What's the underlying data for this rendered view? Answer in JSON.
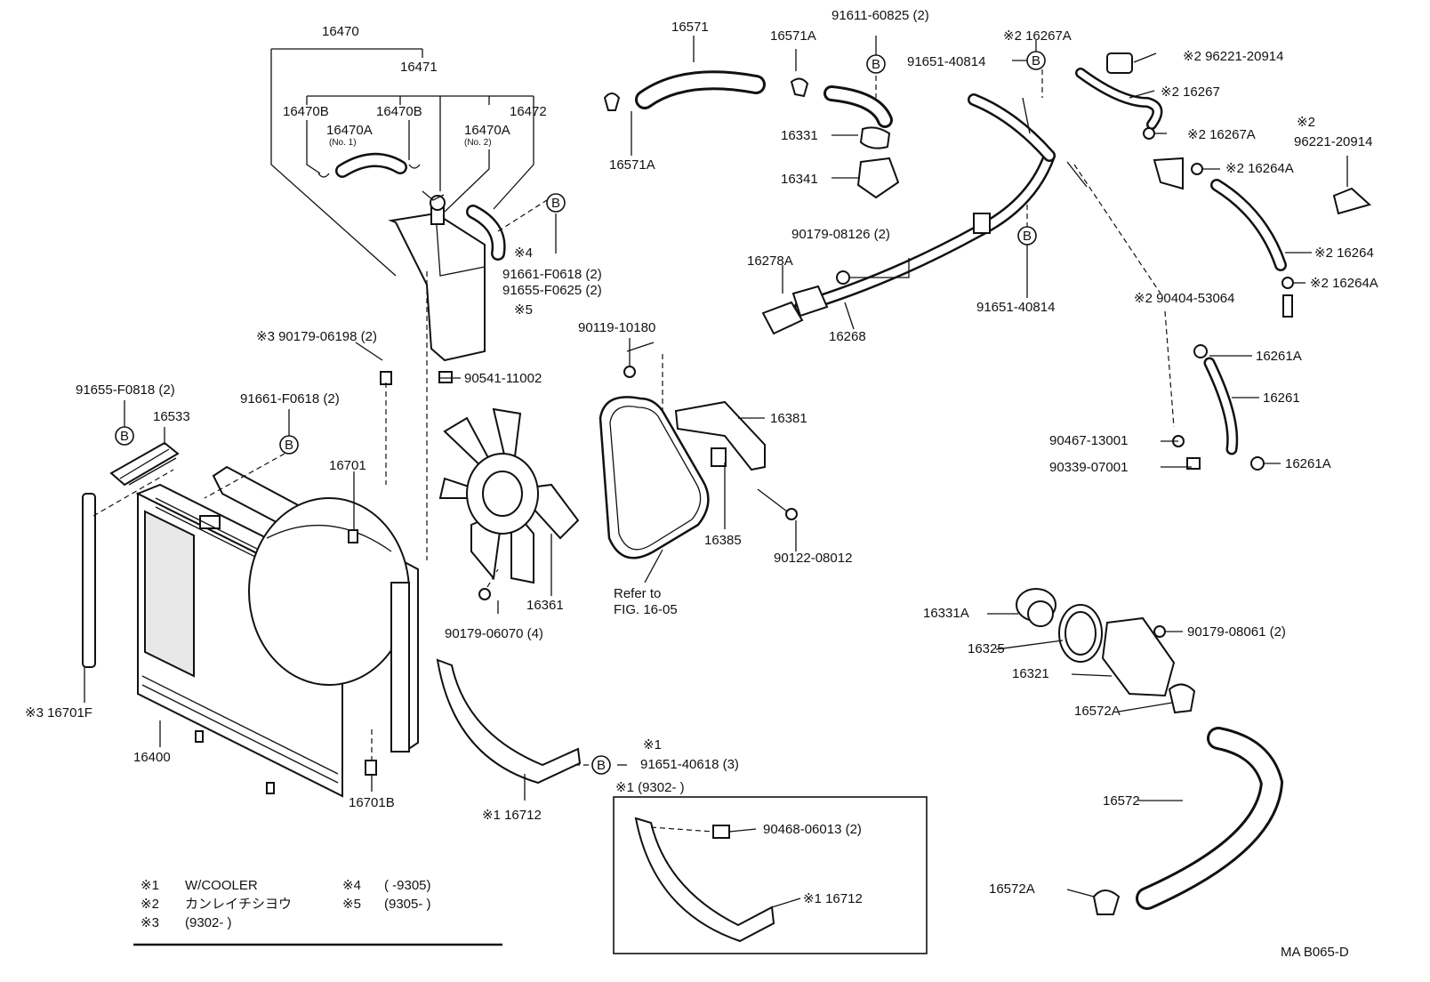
{
  "labels": {
    "l_16470": "16470",
    "l_16471": "16471",
    "l_16470b_1": "16470B",
    "l_16470b_2": "16470B",
    "l_16472": "16472",
    "l_16470a_1": "16470A",
    "l_16470a_1_sub": "(No. 1)",
    "l_16470a_2": "16470A",
    "l_16470a_2_sub": "(No. 2)",
    "l_91661_f0618_top": "91661-F0618 (2)",
    "l_91655_f0625": "91655-F0625 (2)",
    "l_note4": "※4",
    "l_note5": "※5",
    "l_90179_06198": "※3 90179-06198 (2)",
    "l_90541_11002": "90541-11002",
    "l_91655_f0818": "91655-F0818 (2)",
    "l_16533": "16533",
    "l_91661_f0618_mid": "91661-F0618 (2)",
    "l_16701": "16701",
    "l_16701f": "※3 16701F",
    "l_16400": "16400",
    "l_16701b": "16701B",
    "l_16571": "16571",
    "l_16571a_1": "16571A",
    "l_16571a_2": "16571A",
    "l_91611_60825": "91611-60825 (2)",
    "l_16331": "16331",
    "l_16341": "16341",
    "l_90119_10180": "90119-10180",
    "l_16381": "16381",
    "l_16385": "16385",
    "l_90122_08012": "90122-08012",
    "l_16361": "16361",
    "l_90179_06070": "90179-06070 (4)",
    "l_refer_to": "Refer to",
    "l_fig_1605": "FIG. 16-05",
    "l_note1_a": "※1",
    "l_91651_40618": "91651-40618 (3)",
    "l_16712": "※1 16712",
    "l_inset_title": "※1 (9302-          )",
    "l_90468_06013": "90468-06013 (2)",
    "l_inset_16712": "※1 16712",
    "l_91651_40814_top": "91651-40814",
    "l_16267a_1": "※2 16267A",
    "l_96221_20914_1": "※2 96221-20914",
    "l_16267": "※2 16267",
    "l_16267a_2": "※2 16267A",
    "l_note2_b": "※2",
    "l_96221_20914_2": "96221-20914",
    "l_16264a_1": "※2 16264A",
    "l_16264": "※2 16264",
    "l_16264a_2": "※2 16264A",
    "l_90179_08126": "90179-08126 (2)",
    "l_16278a": "16278A",
    "l_16268": "16268",
    "l_91651_40814_mid": "91651-40814",
    "l_90404_53064": "※2 90404-53064",
    "l_16261a_1": "16261A",
    "l_16261": "16261",
    "l_90467_13001": "90467-13001",
    "l_90339_07001": "90339-07001",
    "l_16261a_2": "16261A",
    "l_16331a": "16331A",
    "l_90179_08061": "90179-08061 (2)",
    "l_16325": "16325",
    "l_16321": "16321",
    "l_16572a_1": "16572A",
    "l_16572": "16572",
    "l_16572a_2": "16572A",
    "l_diagram_code": "MA B065-D"
  },
  "b_marker": "B",
  "legend": [
    {
      "mark": "※1",
      "text": "W/COOLER"
    },
    {
      "mark": "※2",
      "text": "カンレイチシヨウ"
    },
    {
      "mark": "※3",
      "text": "(9302-          )"
    },
    {
      "mark": "※4",
      "text": "(          -9305)"
    },
    {
      "mark": "※5",
      "text": "(9305-          )"
    }
  ]
}
